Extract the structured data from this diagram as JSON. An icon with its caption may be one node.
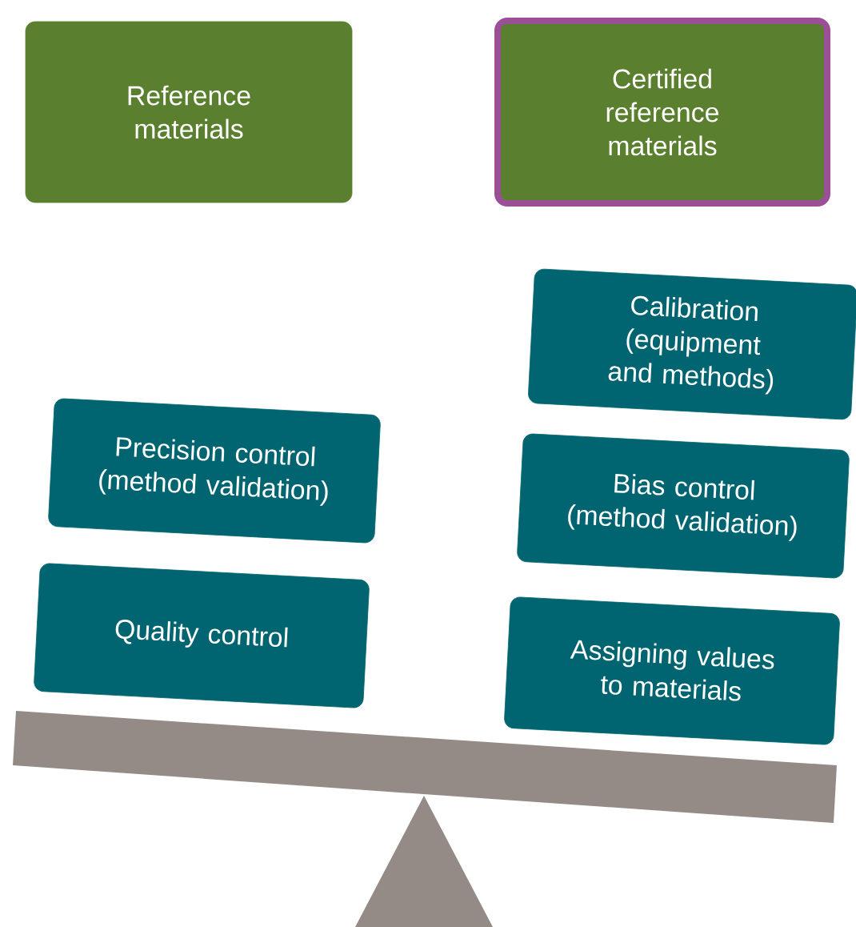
{
  "diagram": {
    "nodes": [
      {
        "text": [
          "Reference materials"
        ]
      },
      {
        "text": [
          "Certified reference materials"
        ]
      },
      {
        "text": [
          "Calibration (equipment and methods)"
        ]
      },
      {
        "text": [
          "Precision control (method validation)"
        ]
      },
      {
        "text": [
          "Bias control (method validation)"
        ]
      },
      {
        "text": [
          "Quality control"
        ]
      },
      {
        "text": [
          "Assigning values to materials"
        ]
      }
    ]
  }
}
